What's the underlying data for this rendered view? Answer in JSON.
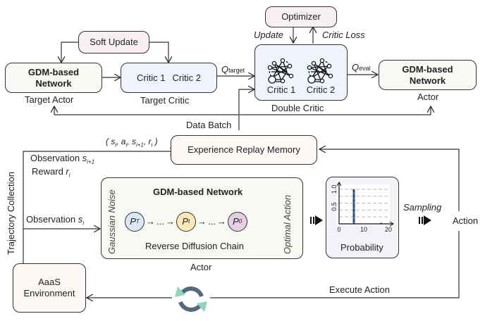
{
  "colors": {
    "soft_update_fill": "#f8eff3",
    "optimizer_fill": "#f8eff3",
    "network_fill": "#f7faf4",
    "critic_fill": "#eff3fc",
    "memory_fill": "#fdf7f6",
    "env_fill": "#fdf7f6",
    "prob_fill": "#f2f2f8",
    "pT_fill": "#dbe7f4",
    "pt_fill": "#fde9b8",
    "p0_fill": "#e6cfe4",
    "bar_color": "#2e4a6e",
    "bar_highlight": "#4a90e2",
    "refresh_dark": "#56697a",
    "refresh_light": "#8fd3c4"
  },
  "top": {
    "soft_update": "Soft Update",
    "target_actor_box": [
      "GDM-based",
      "Network"
    ],
    "target_actor_caption": "Target Actor",
    "target_critic_c1": "Critic 1",
    "target_critic_c2": "Critic 2",
    "target_critic_caption": "Target Critic",
    "q_target": "Q",
    "q_target_sub": "target",
    "optimizer": "Optimizer",
    "update": "Update",
    "critic_loss": "Critic Loss",
    "double_critic_c1": "Critic 1",
    "double_critic_c2": "Critic 2",
    "double_critic_caption": "Double Critic",
    "q_eval": "Q",
    "q_eval_sub": "eval",
    "actor_box": [
      "GDM-based",
      "Network"
    ],
    "actor_caption": "Actor",
    "data_batch": "Data Batch"
  },
  "middle": {
    "tuple": "( sᵢ, aᵢ, sᵢ₊₁, rᵢ )",
    "tuple_parts": [
      "( ",
      "s",
      "i",
      ", ",
      "a",
      "i",
      ", ",
      "s",
      "i+1",
      ", ",
      "r",
      "i",
      " )"
    ],
    "memory": "Experience Replay Memory",
    "obs_next": "Observation",
    "obs_next_var": "s",
    "obs_next_sub": "i+1",
    "reward": "Reward",
    "reward_var": "r",
    "reward_sub": "i",
    "trajectory": "Trajectory Collection",
    "obs": "Observation",
    "obs_var": "s",
    "obs_sub": "i"
  },
  "actor_net": {
    "title": "GDM-based Network",
    "gaussian": "Gaussian Noise",
    "optimal": "Optimal Action",
    "chain": "Reverse Diffusion Chain",
    "caption": "Actor",
    "nodes": [
      {
        "main": "P",
        "sub": "T"
      },
      {
        "main": "P",
        "sub": "t"
      },
      {
        "main": "P",
        "sub": "0"
      }
    ],
    "dots": "..."
  },
  "prob": {
    "caption": "Probability",
    "sampling": "Sampling",
    "action": "Action"
  },
  "chart_data": {
    "type": "bar",
    "title": "",
    "xlabel": "",
    "ylabel": "",
    "x_ticks": [
      "0",
      "10",
      "20"
    ],
    "y_ticks": [
      "0.5",
      "1.0"
    ],
    "xlim": [
      0,
      20
    ],
    "ylim": [
      0,
      1.1
    ],
    "grid": true,
    "x": [
      6,
      17
    ],
    "values": [
      1.0,
      0.03
    ]
  },
  "bottom": {
    "env": [
      "AaaS",
      "Environment"
    ],
    "execute": "Execute Action"
  }
}
